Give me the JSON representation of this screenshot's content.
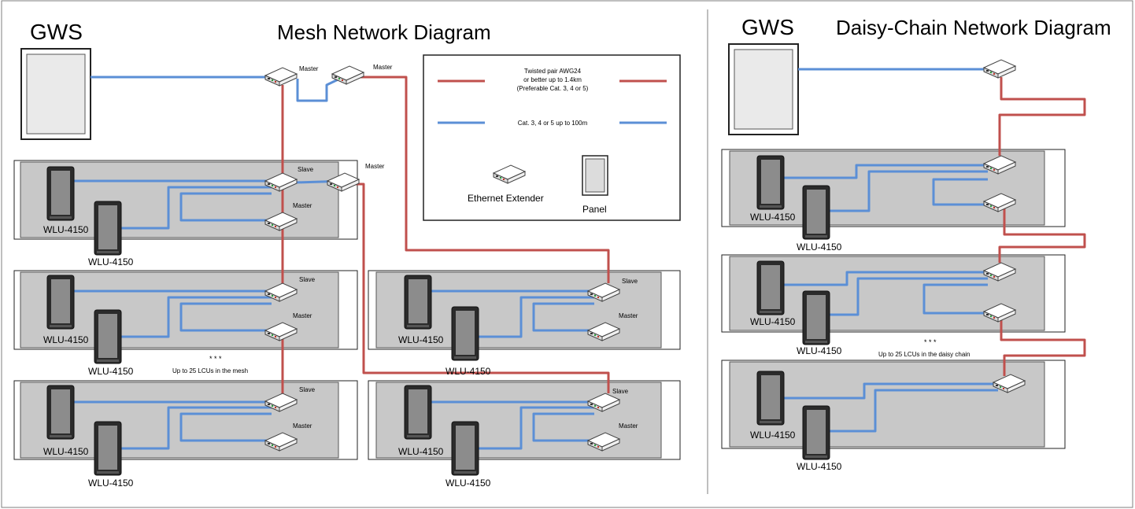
{
  "mesh": {
    "title": "Mesh Network Diagram",
    "gws_label": "GWS",
    "ellipsis": "* * *",
    "note": "Up to 25 LCUs in the mesh"
  },
  "daisy": {
    "title": "Daisy-Chain Network Diagram",
    "gws_label": "GWS",
    "ellipsis": "* * *",
    "note": "Up to 25 LCUs in the daisy chain"
  },
  "legend": {
    "twisted_pair": [
      "Twisted pair AWG24",
      "or better up to 1.4km",
      "(Preferable Cat. 3, 4 or 5)"
    ],
    "cat": "Cat. 3, 4 or 5 up to 100m",
    "extender": "Ethernet Extender",
    "panel": "Panel"
  },
  "labels": {
    "master": "Master",
    "slave": "Slave",
    "wlu": "WLU-4150"
  },
  "colors": {
    "twisted_pair": "#c0504d",
    "ethernet": "#5b8fd6",
    "rack": "#c8c8c8"
  }
}
